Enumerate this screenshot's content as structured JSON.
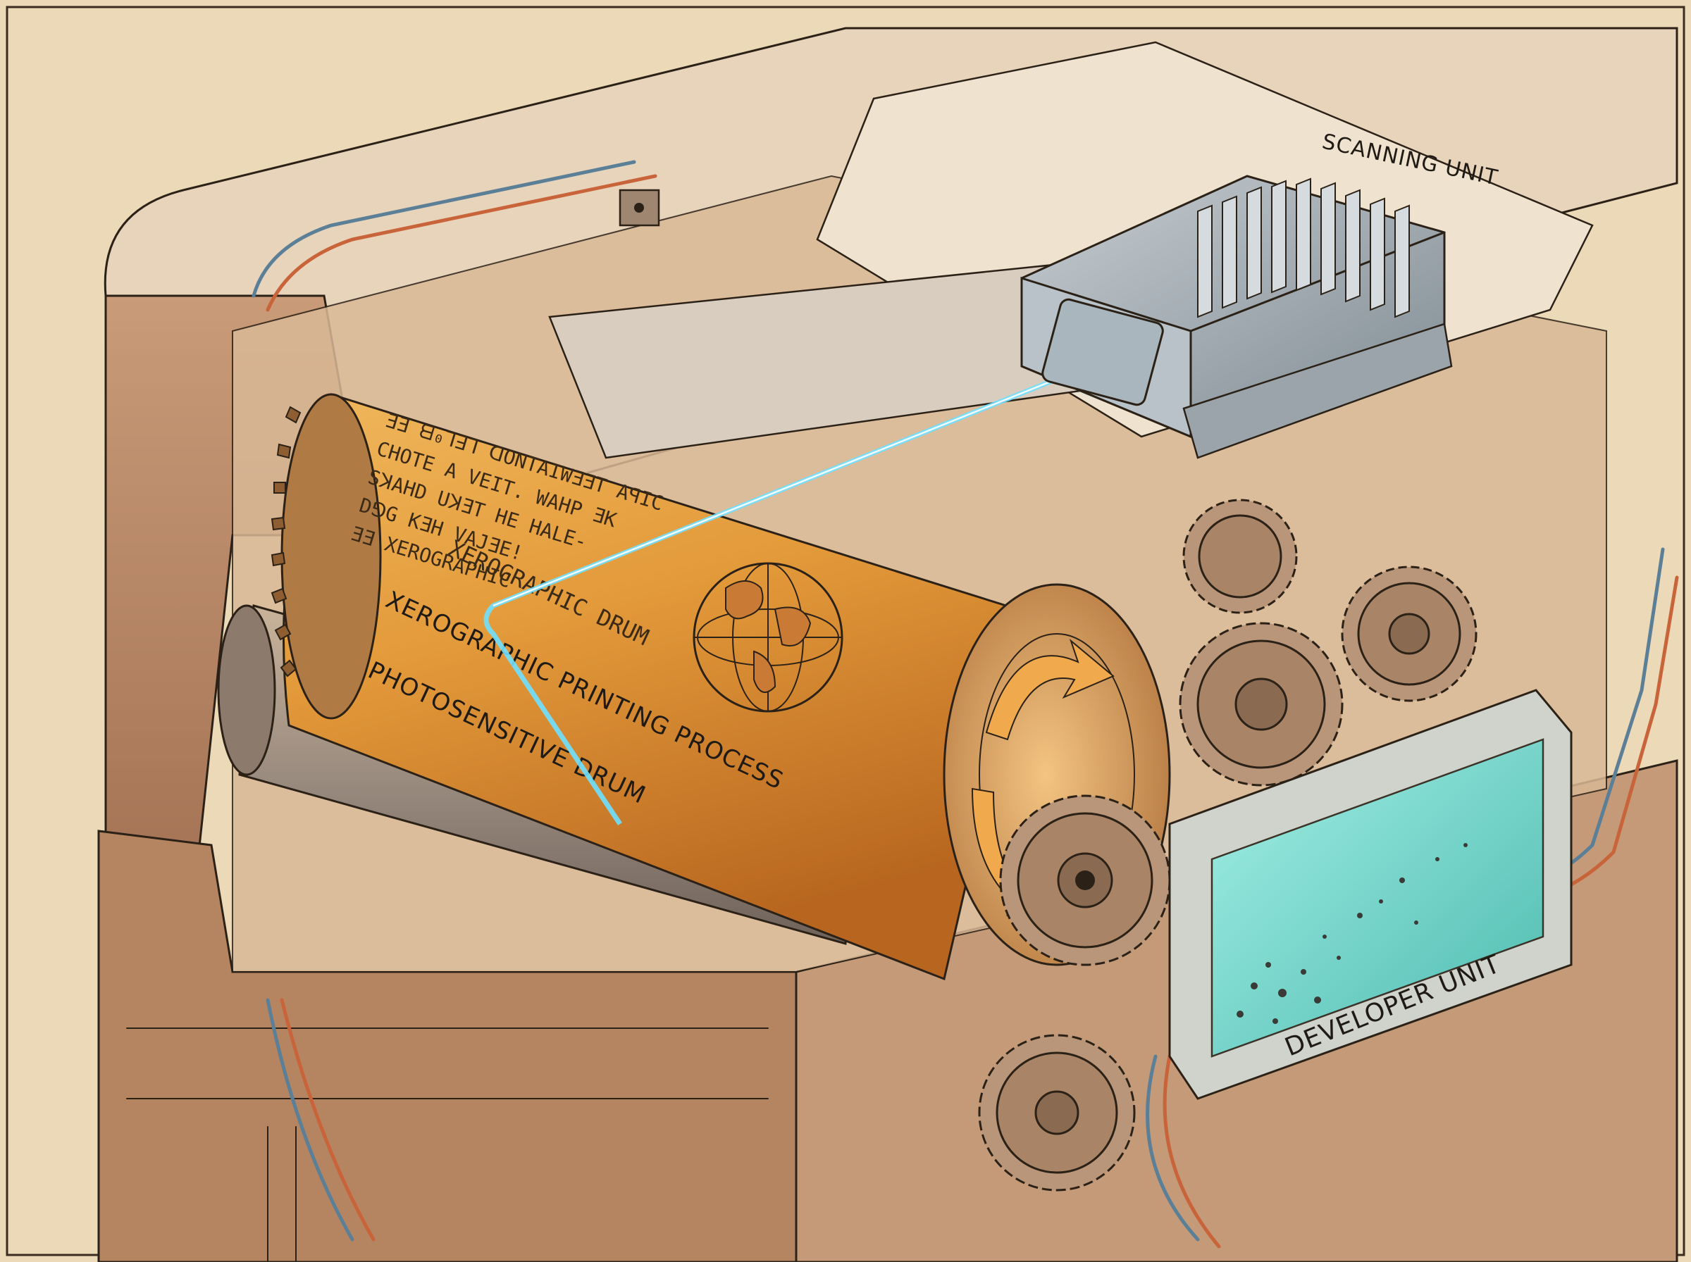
{
  "labels": {
    "scanning_unit": "SCANNING UNIT",
    "xerographic_drum": "XEROGRAPHIC DRUM",
    "xerographic_printing_process": "XEROGRAPHIC PRINTING PROCESS",
    "photosensitive_drum": "PHOTOSENSITIVE DRUM",
    "developer_unit": "DEVELOPER UNIT"
  },
  "drum_text": [
    "ƎƎ ᗺ₀ꓶꓱꓶ ꓷONTAIWƎƎT AꟼIC",
    "CHOTE A VEIT. WAHP ƎK",
    "SꓘAHD UꓘƎT HE HALE-",
    "DꓨG KƎH VAJƎE!",
    "ƎƎ XEROGRAPHIC"
  ],
  "colors": {
    "paper": "#ecd9b8",
    "drum": "#e39a3a",
    "laser": "#6fe0ff",
    "developer_glow": "#5fe3d2",
    "metal": "#9fa9b0"
  }
}
